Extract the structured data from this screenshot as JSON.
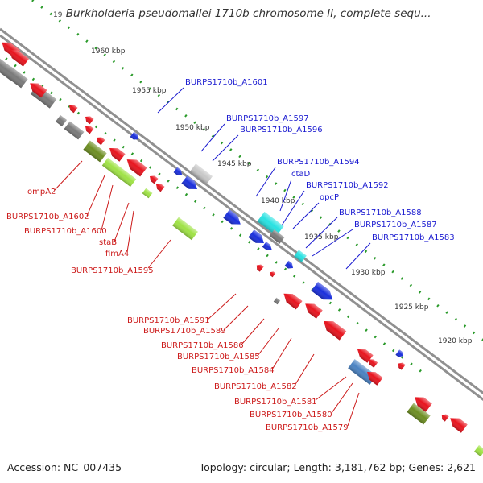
{
  "title": "Burkholderia pseudomallei 1710b chromosome II, complete sequ...",
  "title_cut": "19",
  "footer": {
    "accession": "Accession: NC_007435",
    "summary": "Topology: circular; Length: 3,181,762 bp; Genes: 2,621"
  },
  "colors": {
    "forward_label": "#1a1ad0",
    "reverse_label": "#cc1a1a",
    "cds_red": "#e8141e",
    "cds_blue": "#1a2fdc",
    "gene_gray": "#7a7a7a",
    "gene_olive": "#6d8e22",
    "gene_lightgreen": "#9fe245",
    "gene_cyan": "#28e2e2",
    "gene_steelblue": "#4a82c2",
    "gene_lightgray": "#c8c8c8",
    "tick_green": "#2a9a2a",
    "backbone": "#909090"
  },
  "scale_ticks": [
    {
      "label": "1960 kbp"
    },
    {
      "label": "1955 kbp"
    },
    {
      "label": "1950 kbp"
    },
    {
      "label": "1945 kbp"
    },
    {
      "label": "1940 kbp"
    },
    {
      "label": "1935 kbp"
    },
    {
      "label": "1930 kbp"
    },
    {
      "label": "1925 kbp"
    },
    {
      "label": "1920 kbp"
    }
  ],
  "forward_labels": [
    "BURPS1710b_A1601",
    "BURPS1710b_A1597",
    "BURPS1710b_A1596",
    "BURPS1710b_A1594",
    "ctaD",
    "BURPS1710b_A1592",
    "opcP",
    "BURPS1710b_A1588",
    "BURPS1710b_A1587",
    "BURPS1710b_A1583"
  ],
  "reverse_labels": [
    "ompA2",
    "BURPS1710b_A1602",
    "BURPS1710b_A1600",
    "staB",
    "fimA4",
    "BURPS1710b_A1595",
    "BURPS1710b_A1591",
    "BURPS1710b_A1589",
    "BURPS1710b_A1586",
    "BURPS1710b_A1585",
    "BURPS1710b_A1584",
    "BURPS1710b_A1582",
    "BURPS1710b_A1581",
    "BURPS1710b_A1580",
    "BURPS1710b_A1579"
  ]
}
